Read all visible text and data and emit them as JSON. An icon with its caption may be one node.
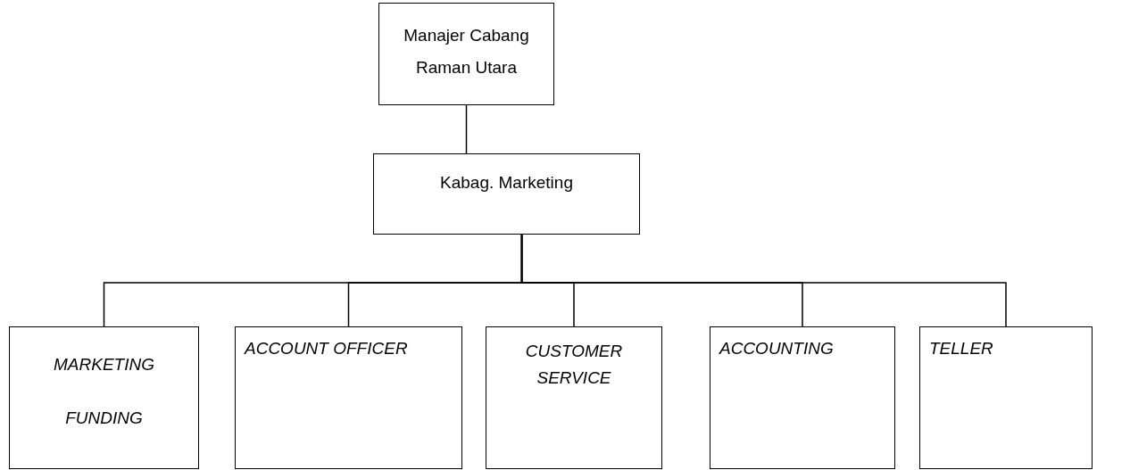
{
  "diagram": {
    "nodes": [
      {
        "text": [
          "Manajer Cabang Raman Utara"
        ]
      },
      {
        "text": [
          "Kabag. Marketing"
        ]
      },
      {
        "text": [
          "MARKETING FUNDING"
        ]
      },
      {
        "text": [
          "ACCOUNT OFFICER"
        ]
      },
      {
        "text": [
          "CUSTOMER SERVICE"
        ]
      },
      {
        "text": [
          "ACCOUNTING"
        ]
      },
      {
        "text": [
          "TELLER"
        ]
      }
    ],
    "edges": [
      {
        "from": 0,
        "to": 1,
        "arrow": "none"
      },
      {
        "from": 1,
        "to": 2,
        "arrow": "none"
      },
      {
        "from": 1,
        "to": 3,
        "arrow": "none"
      },
      {
        "from": 1,
        "to": 4,
        "arrow": "none"
      },
      {
        "from": 1,
        "to": 5,
        "arrow": "none"
      },
      {
        "from": 1,
        "to": 6,
        "arrow": "none"
      }
    ]
  }
}
